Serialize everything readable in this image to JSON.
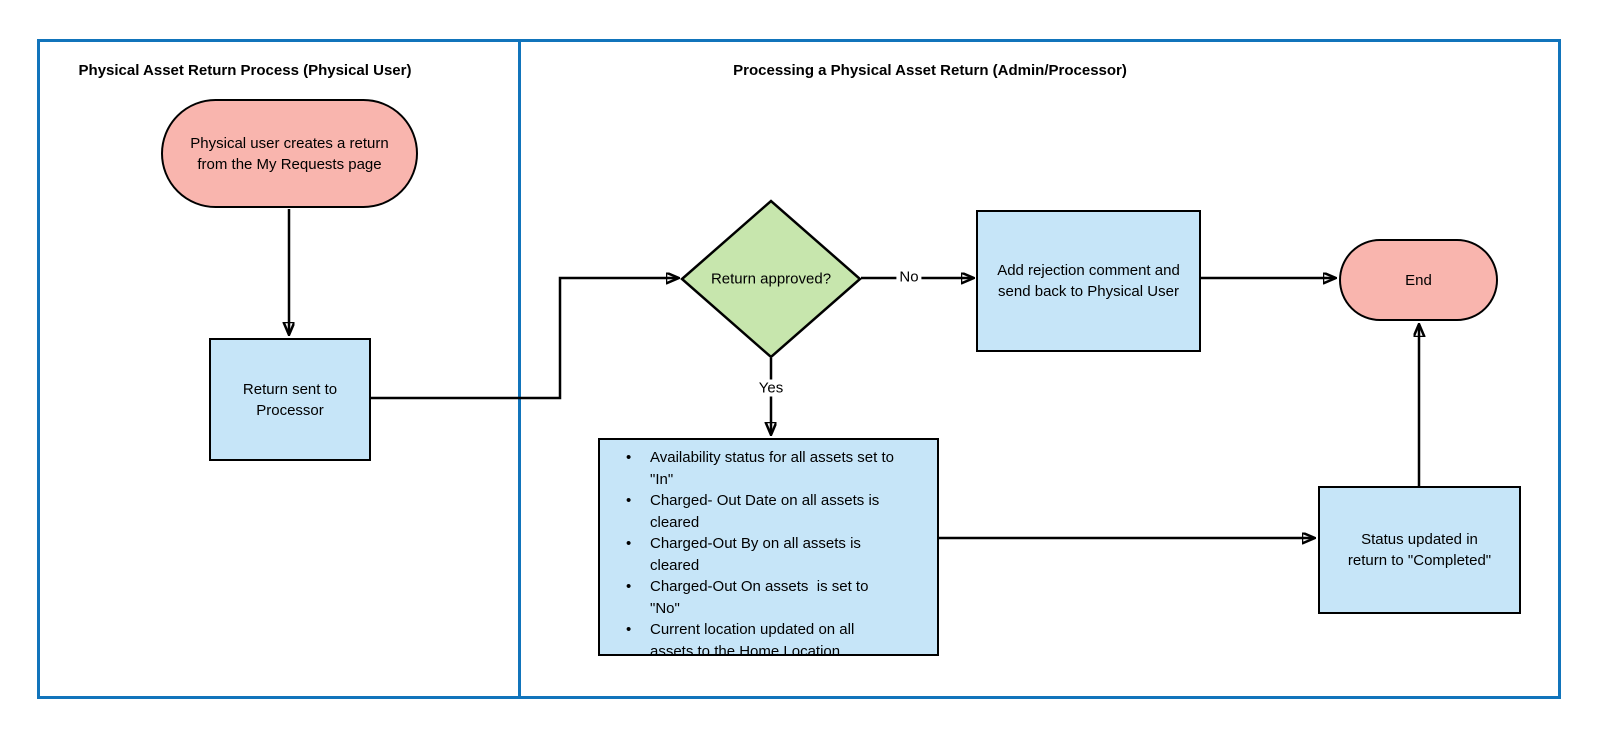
{
  "diagram": {
    "lanes": [
      {
        "title": "Physical Asset Return Process (Physical User)"
      },
      {
        "title": "Processing a Physical Asset Return (Admin/Processor)"
      }
    ],
    "nodes": {
      "start": {
        "type": "terminator",
        "label": "Physical user creates a return\nfrom the My Requests page"
      },
      "return_sent": {
        "type": "process",
        "label": "Return sent to\nProcessor"
      },
      "decision": {
        "type": "decision",
        "label": "Return approved?"
      },
      "rejection": {
        "type": "process",
        "label": "Add rejection comment and\nsend back to Physical User"
      },
      "end": {
        "type": "terminator",
        "label": "End"
      },
      "actions": {
        "type": "process",
        "bullets": [
          "Availability status for all assets set to\n\"In\"",
          "Charged- Out Date on all assets is\ncleared",
          "Charged-Out By on all assets is\ncleared",
          "Charged-Out On assets  is set to\n\"No\"",
          "Current location updated on all\nassets to the Home Location"
        ]
      },
      "status": {
        "type": "process",
        "label": "Status updated in\nreturn to \"Completed\""
      }
    },
    "edges": {
      "no_label": "No",
      "yes_label": "Yes"
    },
    "colors": {
      "lane_border": "#1174BB",
      "stroke": "#000000",
      "terminator_fill": "#F9B5AE",
      "process_fill": "#C6E5F8",
      "decision_fill": "#C7E6AD"
    }
  }
}
